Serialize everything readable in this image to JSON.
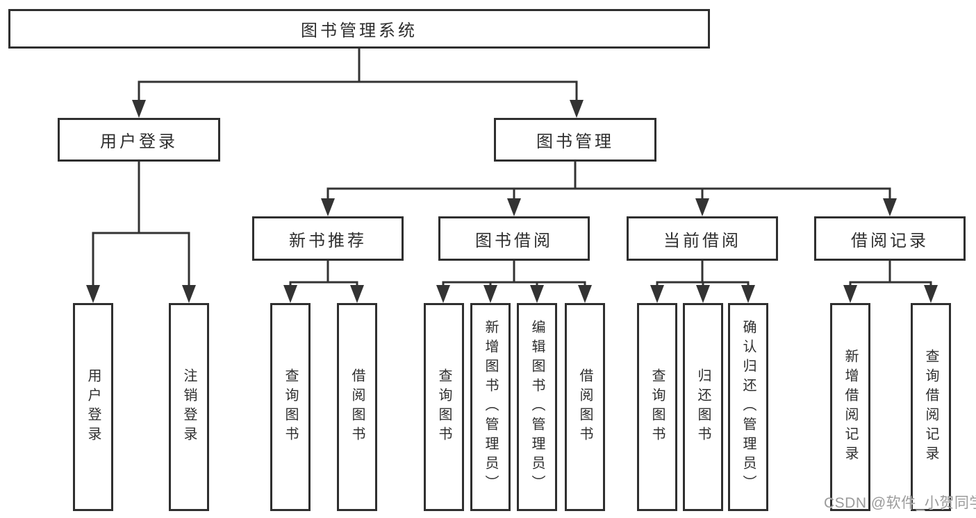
{
  "theme": {
    "line": "#333333",
    "box_border": "#2f2f2f",
    "text": "#2e2e2e",
    "watermark": "#9b9b9b",
    "background": "#ffffff"
  },
  "diagram": {
    "type": "tree",
    "root": {
      "label": "图书管理系统"
    },
    "level2": [
      {
        "label": "用户登录"
      },
      {
        "label": "图书管理"
      }
    ],
    "level3": [
      {
        "label": "新书推荐",
        "parent": "图书管理"
      },
      {
        "label": "图书借阅",
        "parent": "图书管理"
      },
      {
        "label": "当前借阅",
        "parent": "图书管理"
      },
      {
        "label": "借阅记录",
        "parent": "图书管理"
      }
    ],
    "leaves": [
      {
        "label": "用户登录",
        "parent": "用户登录"
      },
      {
        "label": "注销登录",
        "parent": "用户登录"
      },
      {
        "label": "查询图书",
        "parent": "新书推荐"
      },
      {
        "label": "借阅图书",
        "parent": "新书推荐"
      },
      {
        "label": "查询图书",
        "parent": "图书借阅"
      },
      {
        "label": "新增图书（管理员）",
        "parent": "图书借阅"
      },
      {
        "label": "编辑图书（管理员）",
        "parent": "图书借阅"
      },
      {
        "label": "借阅图书",
        "parent": "图书借阅"
      },
      {
        "label": "查询图书",
        "parent": "当前借阅"
      },
      {
        "label": "归还图书",
        "parent": "当前借阅"
      },
      {
        "label": "确认归还（管理员）",
        "parent": "当前借阅"
      },
      {
        "label": "新增借阅记录",
        "parent": "借阅记录"
      },
      {
        "label": "查询借阅记录",
        "parent": "借阅记录"
      }
    ]
  },
  "watermark": {
    "text": "CSDN @软件_小贺同学"
  }
}
